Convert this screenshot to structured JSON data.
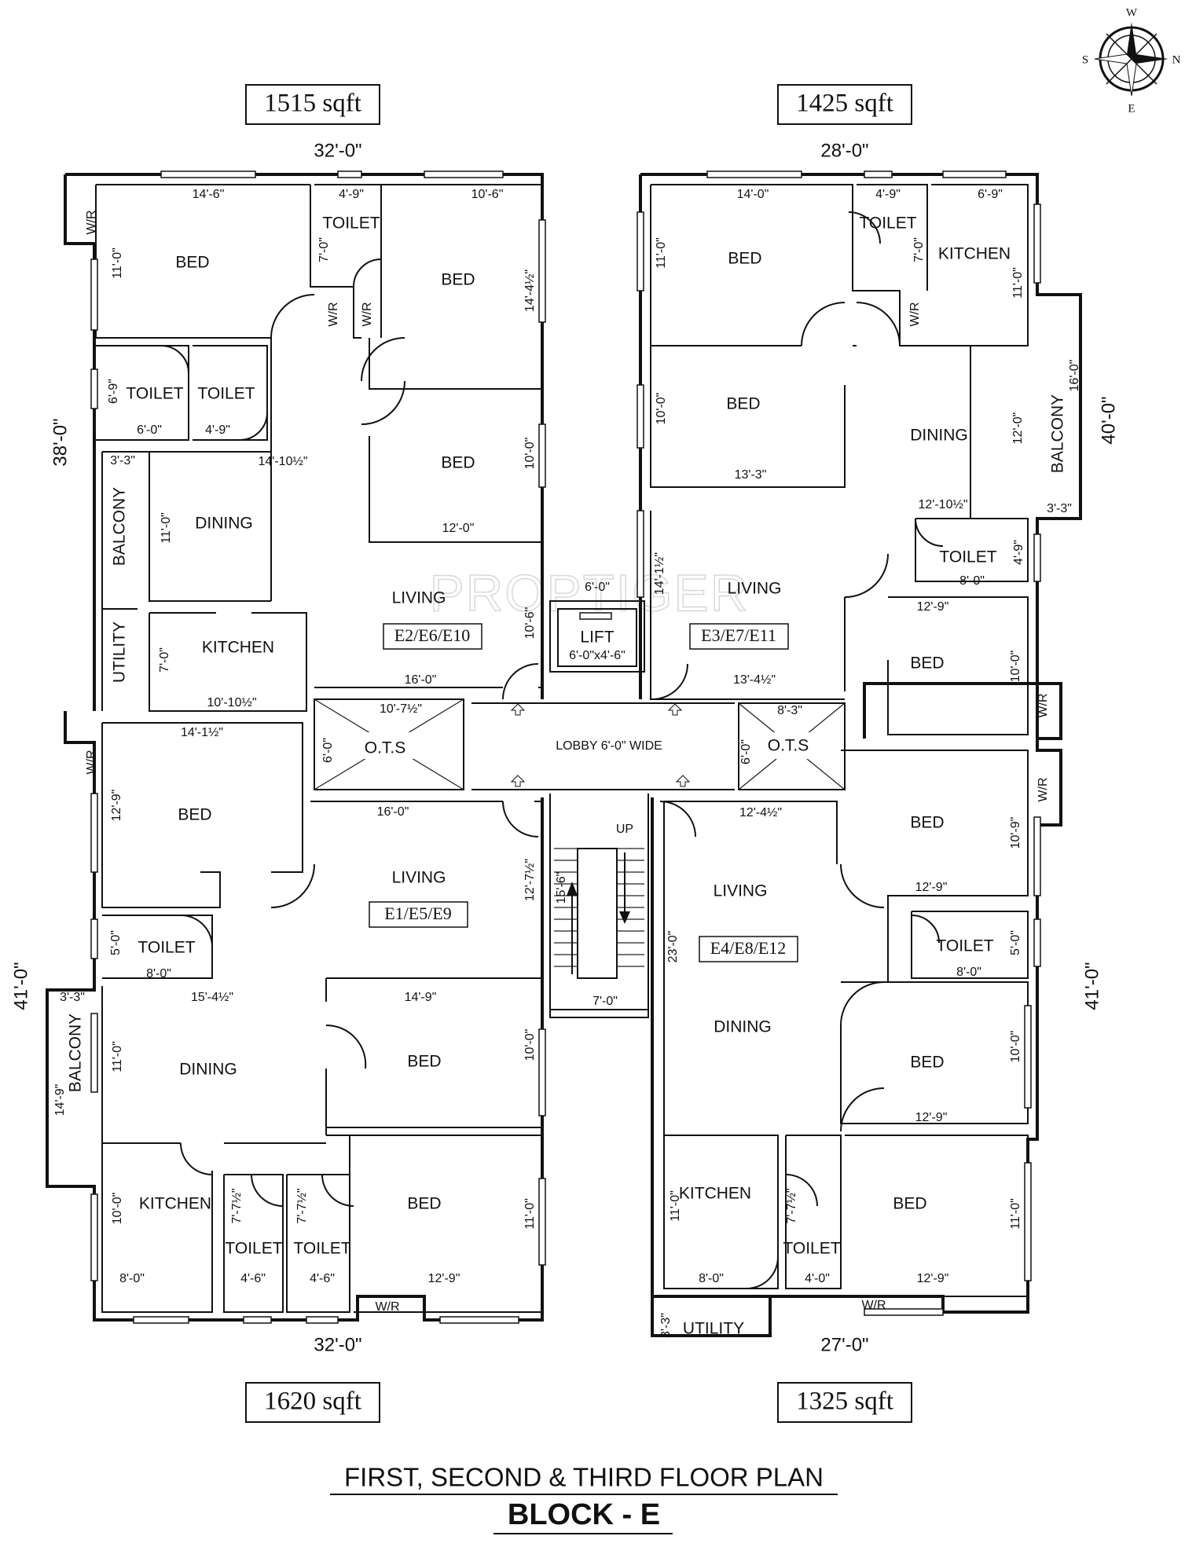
{
  "watermark": "PROPTIGER",
  "compass": {
    "west": "W",
    "north": "N",
    "south": "S",
    "east": "E"
  },
  "units": {
    "top_left": {
      "area": "1515 sqft",
      "code": "E2/E6/E10",
      "width": "32'-0\""
    },
    "top_right": {
      "area": "1425 sqft",
      "code": "E3/E7/E11",
      "width": "28'-0\""
    },
    "bottom_left": {
      "area": "1620 sqft",
      "code": "E1/E5/E9",
      "width": "32'-0\""
    },
    "bottom_right": {
      "area": "1325 sqft",
      "code": "E4/E8/E12",
      "width": "27'-0\""
    }
  },
  "side_dims": {
    "left_top": "38'-0\"",
    "right_top": "40'-0\"",
    "left_bottom": "41'-0\"",
    "right_bottom": "41'-0\""
  },
  "rooms": {
    "tl_wr": "W/R",
    "tl_bed1": "BED",
    "tl_bed1_w": "14'-6\"",
    "tl_bed1_h": "11'-0\"",
    "tl_toilet_top": "TOILET",
    "tl_toilet_top_w": "4'-9\"",
    "tl_toilet_top_h": "7'-0\"",
    "tl_wr2": "W/R",
    "tl_wr3": "W/R",
    "tl_bed2": "BED",
    "tl_bed2_w": "10'-6\"",
    "tl_bed2_h": "14'-4½\"",
    "tl_toilet_a": "TOILET",
    "tl_toilet_a_h": "6'-9\"",
    "tl_toilet_a_w": "6'-0\"",
    "tl_toilet_b": "TOILET",
    "tl_toilet_b_w": "4'-9\"",
    "tl_dining": "DINING",
    "tl_dining_w": "14'-10½\"",
    "tl_dining_h": "11'-0\"",
    "tl_balcony": "BALCONY",
    "tl_balcony_w": "3'-3\"",
    "tl_bed3": "BED",
    "tl_bed3_h": "10'-0\"",
    "tl_bed3_w": "12'-0\"",
    "tl_living": "LIVING",
    "tl_living_w": "16'-0\"",
    "tl_living_h": "10'-6\"",
    "tl_utility": "UTILITY",
    "tl_kitchen": "KITCHEN",
    "tl_kitchen_h": "7'-0\"",
    "tl_kitchen_w": "10'-10½\"",
    "ots_left": "O.T.S",
    "ots_left_w": "10'-7½\"",
    "ots_left_h": "6'-0\"",
    "lift": "LIFT",
    "lift_size": "6'-0\"x4'-6\"",
    "lift_w": "6'-0\"",
    "lobby": "LOBBY 6'-0\" WIDE",
    "ots_right": "O.T.S",
    "ots_right_w": "8'-3\"",
    "ots_right_h": "6'-0\"",
    "stair_up": "UP",
    "stair_h": "15'-6\"",
    "stair_w": "7'-0\"",
    "tr_bed1": "BED",
    "tr_bed1_w": "14'-0\"",
    "tr_bed1_h": "11'-0\"",
    "tr_toilet_top": "TOILET",
    "tr_toilet_top_w": "4'-9\"",
    "tr_toilet_top_h": "7'-0\"",
    "tr_wr": "W/R",
    "tr_kitchen": "KITCHEN",
    "tr_kitchen_w": "6'-9\"",
    "tr_kitchen_h": "11'-0\"",
    "tr_balcony": "BALCONY",
    "tr_balcony_h": "16'-0\"",
    "tr_balcony_w": "3'-3\"",
    "tr_bed2": "BED",
    "tr_bed2_h": "10'-0\"",
    "tr_bed2_w": "13'-3\"",
    "tr_dining": "DINING",
    "tr_dining_h": "12'-0\"",
    "tr_dining_w": "12'-10½\"",
    "tr_toilet": "TOILET",
    "tr_toilet_w": "8'-0\"",
    "tr_toilet_h": "4'-9\"",
    "tr_living": "LIVING",
    "tr_living_h": "14'-1½\"",
    "tr_living_w": "13'-4½\"",
    "tr_bed3": "BED",
    "tr_bed3_w": "12'-9\"",
    "tr_bed3_h": "10'-0\"",
    "tr_wr2": "W/R",
    "bl_wr": "W/R",
    "bl_bed1": "BED",
    "bl_bed1_w": "14'-1½\"",
    "bl_bed1_h": "12'-9\"",
    "bl_toilet": "TOILET",
    "bl_toilet_h": "5'-0\"",
    "bl_toilet_w": "8'-0\"",
    "bl_living": "LIVING",
    "bl_living_w": "16'-0\"",
    "bl_living_h": "12'-7½\"",
    "bl_balcony": "BALCONY",
    "bl_balcony_w": "3'-3\"",
    "bl_balcony_h": "14'-9\"",
    "bl_dining": "DINING",
    "bl_dining_w": "15'-4½\"",
    "bl_dining_h": "11'-0\"",
    "bl_bed2": "BED",
    "bl_bed2_w": "14'-9\"",
    "bl_bed2_h": "10'-0\"",
    "bl_kitchen": "KITCHEN",
    "bl_kitchen_h": "10'-0\"",
    "bl_kitchen_w": "8'-0\"",
    "bl_toilet_a": "TOILET",
    "bl_toilet_a_h": "7'-7½\"",
    "bl_toilet_a_w": "4'-6\"",
    "bl_toilet_b": "TOILET",
    "bl_toilet_b_h": "7'-7½\"",
    "bl_toilet_b_w": "4'-6\"",
    "bl_bed3": "BED",
    "bl_bed3_w": "12'-9\"",
    "bl_bed3_h": "11'-0\"",
    "bl_wr2": "W/R",
    "br_wr": "W/R",
    "br_bed1": "BED",
    "br_bed1_w": "12'-9\"",
    "br_bed1_h": "10'-9\"",
    "br_living": "LIVING",
    "br_living_w": "12'-4½\"",
    "br_living_h": "23'-0\"",
    "br_toilet": "TOILET",
    "br_toilet_w": "8'-0\"",
    "br_toilet_h": "5'-0\"",
    "br_dining": "DINING",
    "br_bed2": "BED",
    "br_bed2_w": "12'-9\"",
    "br_bed2_h": "10'-0\"",
    "br_kitchen": "KITCHEN",
    "br_kitchen_h": "11'-0\"",
    "br_kitchen_w": "8'-0\"",
    "br_toilet_b": "TOILET",
    "br_toilet_b_h": "7'-7½\"",
    "br_toilet_b_w": "4'-0\"",
    "br_bed3": "BED",
    "br_bed3_w": "12'-9\"",
    "br_bed3_h": "11'-0\"",
    "br_wr2": "W/R",
    "br_utility": "UTILITY",
    "br_utility_h": "3'-3\""
  },
  "title": {
    "line1": "FIRST, SECOND & THIRD FLOOR PLAN",
    "line2": "BLOCK - E"
  }
}
